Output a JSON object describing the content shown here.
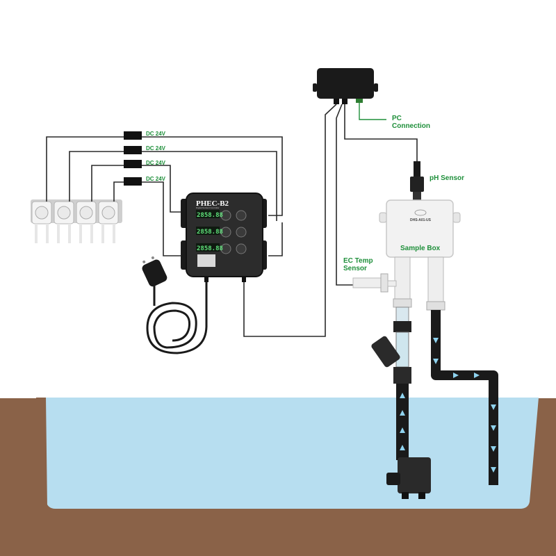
{
  "labels": {
    "pc_connection": [
      "PC",
      "Connection"
    ],
    "ph_sensor": "pH Sensor",
    "sample_box": "Sample Box",
    "ec_temp_sensor": [
      "EC Temp",
      "Sensor"
    ],
    "dc_adapters": [
      "DC 24V",
      "DC 24V",
      "DC 24V",
      "DC 24V"
    ]
  },
  "controller": {
    "brand": "PHEC-B2",
    "subtitle": "Digital Nutrient Controller",
    "displays": [
      "2858.88",
      "2858.88",
      "2858.88"
    ]
  },
  "sample_box_device": {
    "model": "DHS-A01-US"
  },
  "colors": {
    "accent_green": "#1e8f3a",
    "water": "#b7def0",
    "soil": "#8a6248",
    "controller_body": "#2c2c2c",
    "device_white": "#f2f2f2"
  }
}
